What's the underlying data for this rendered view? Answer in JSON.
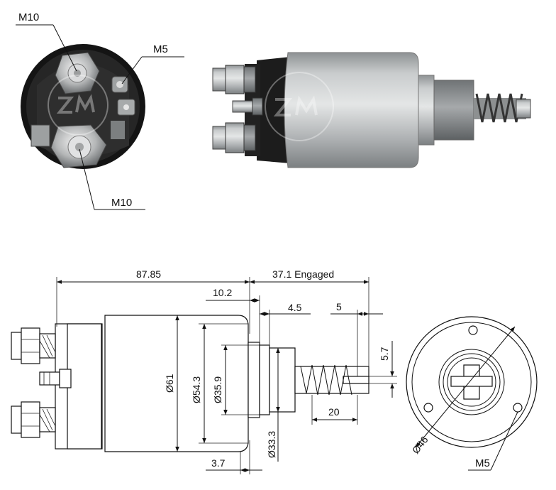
{
  "photo_labels": {
    "top_left_stud": "M10",
    "small_terminal": "M5",
    "bottom_stud": "M10"
  },
  "dimensions": {
    "overall_length": "87.85",
    "engaged_travel": "37.1 Engaged",
    "flange_offset": "10.2",
    "flange_step": "4.5",
    "spring_end": "5",
    "slot_width": "5.7",
    "spring_length": "20",
    "body_diameter": "Ø61",
    "inner_diameter": "Ø54.3",
    "nose_diameter": "Ø35.9",
    "plunger_diameter": "Ø33.3",
    "flange_thickness": "3.7",
    "bolt_circle": "Ø46",
    "mount_thread": "M5"
  },
  "colors": {
    "body_metal": "#b9bcbe",
    "terminal_cap": "#1c1c1c",
    "line": "#111111"
  }
}
